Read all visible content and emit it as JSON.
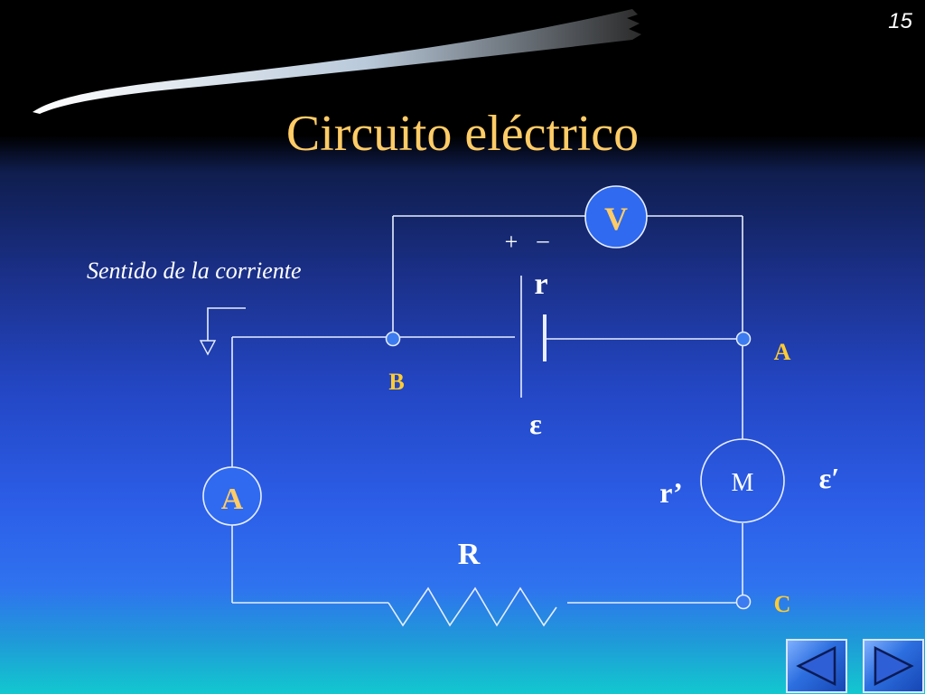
{
  "slide": {
    "page_number": "15",
    "title": "Circuito eléctrico"
  },
  "diagram": {
    "current_direction_label": "Sentido de la corriente",
    "voltmeter_label": "V",
    "ammeter_label": "A",
    "motor_label": "M",
    "battery_plus": "+",
    "battery_minus": "–",
    "battery_internal_resistance": "r",
    "battery_emf": "ε",
    "motor_internal_resistance": "r’",
    "motor_emf": "ε′",
    "resistor_label": "R",
    "node_a": "A",
    "node_b": "B",
    "node_c": "C"
  },
  "colors": {
    "title": "#ffcc66",
    "node_label": "#ffcc33",
    "wire": "#e8eeff",
    "meter_fill": "#2f6af0",
    "node_fill": "#3d7cf0"
  },
  "navigation": {
    "prev_icon": "triangle-left-icon",
    "next_icon": "triangle-right-icon"
  }
}
